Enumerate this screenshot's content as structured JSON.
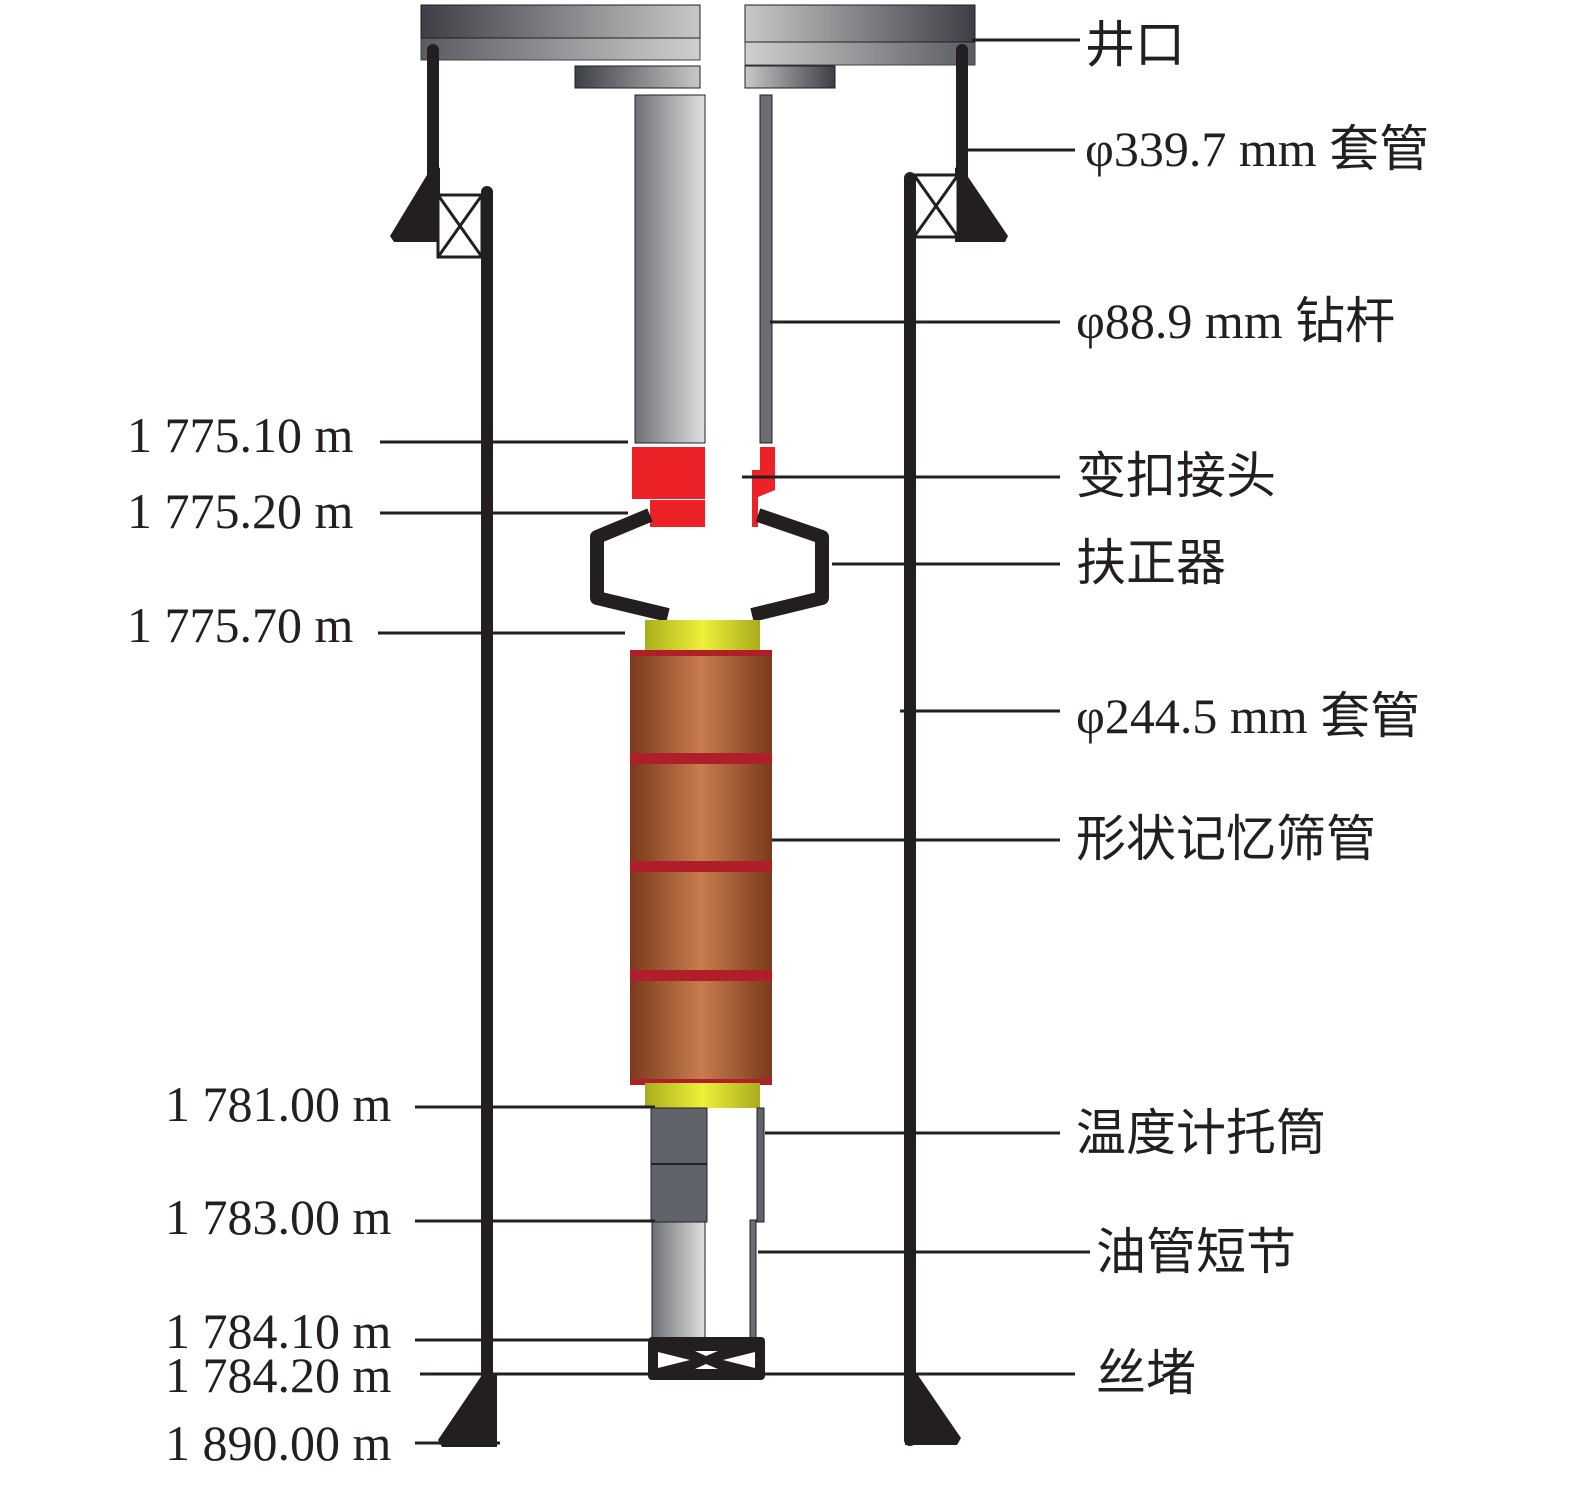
{
  "depth_labels": [
    "1 775.10 m",
    "1 775.20 m",
    "1 775.70 m",
    "1 781.00 m",
    "1 783.00 m",
    "1 784.10 m",
    "1 784.20 m",
    "1 890.00 m"
  ],
  "component_labels": {
    "wellhead": "井口",
    "casing_339": "φ339.7 mm 套管",
    "drill_pipe": "φ88.9 mm 钻杆",
    "crossover": "变扣接头",
    "centralizer": "扶正器",
    "casing_244": "φ244.5 mm 套管",
    "screen": "形状记忆筛管",
    "thermometer_holder": "温度计托筒",
    "tubing_pup": "油管短节",
    "plug": "丝堵"
  },
  "colors": {
    "crossover": "#ed2229",
    "screen": "#b0673a",
    "screen_band": "#b01e2a",
    "end_ring": "#e4e62d",
    "steel": "#231f20"
  }
}
